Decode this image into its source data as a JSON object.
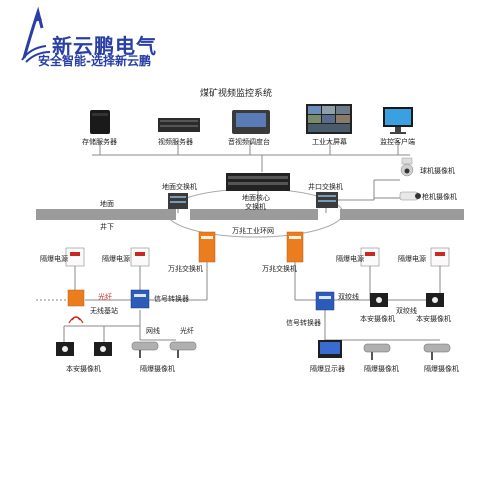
{
  "brand": {
    "name": "新云鹏电气",
    "slogan": "安全智能-选择新云鹏"
  },
  "diagram": {
    "title": "煤矿视频监控系统",
    "top_devices": [
      {
        "label": "存储服务器"
      },
      {
        "label": "视频服务器"
      },
      {
        "label": "音视频调度台"
      },
      {
        "label": "工业大屏幕"
      },
      {
        "label": "监控客户端"
      }
    ],
    "surface_switch": "地面交换机",
    "core_switch_line1": "地面核心",
    "core_switch_line2": "交换机",
    "well_switch": "井口交换机",
    "dome_camera": "球机摄像机",
    "bullet_camera": "枪机摄像机",
    "ground_label": "地面",
    "underground_label": "井下",
    "ring_network": "万兆工业环网",
    "left_switch": "万兆交换机",
    "right_switch": "万兆交换机",
    "explosion_power_left1": "隔爆电源",
    "explosion_power_left2": "隔爆电源",
    "explosion_power_right1": "隔爆电源",
    "explosion_power_right2": "隔爆电源",
    "fiber_left": "光纤",
    "wireless_station": "无线基站",
    "signal_converter_left": "信号转换器",
    "network_cable": "网线",
    "fiber_mid": "光纤",
    "intrinsic_camera_left": "本安摄像机",
    "explosion_camera_left": "隔爆摄像机",
    "dual_twisted_1": "双绞线",
    "dual_twisted_2": "双绞线",
    "signal_converter_right": "信号转换器",
    "intrinsic_camera_right1": "本安摄像机",
    "intrinsic_camera_right2": "本安摄像机",
    "explosion_display": "隔爆显示器",
    "explosion_camera_right1": "隔爆摄像机",
    "explosion_camera_right2": "隔爆摄像机"
  }
}
